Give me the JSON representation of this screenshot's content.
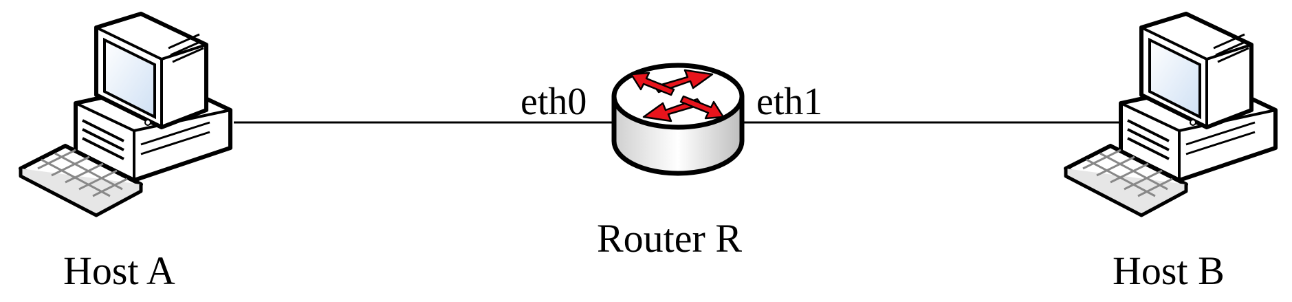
{
  "diagram": {
    "host_a": {
      "label": "Host A"
    },
    "host_b": {
      "label": "Host B"
    },
    "router": {
      "label": "Router R",
      "iface_left": "eth0",
      "iface_right": "eth1"
    },
    "colors": {
      "line": "#000000",
      "arrow": "#e8141c",
      "screen": "#dde9f7",
      "body": "#ffffff"
    },
    "icons": [
      "desktop-computer-icon",
      "router-icon"
    ]
  }
}
